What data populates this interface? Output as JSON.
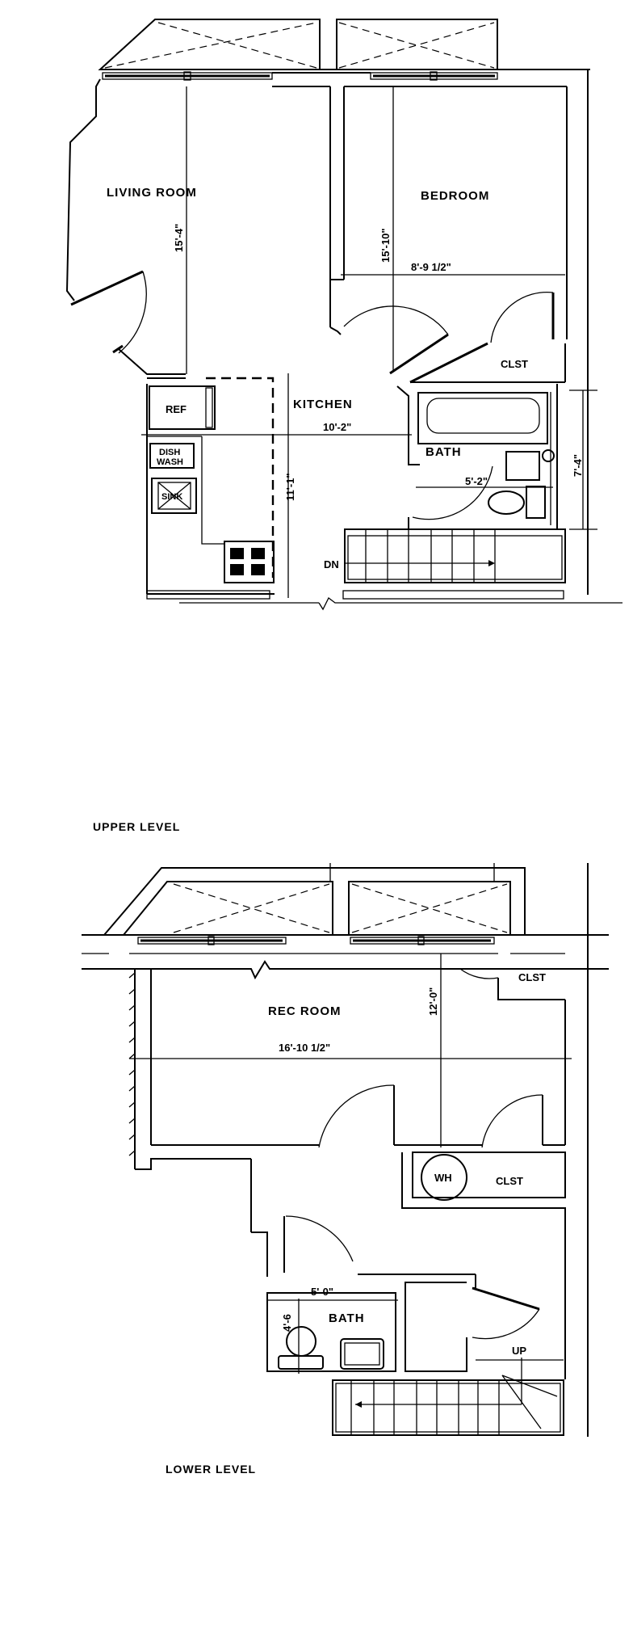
{
  "upper_level": {
    "title": "UPPER LEVEL",
    "rooms": {
      "living_room": "LIVING ROOM",
      "bedroom": "BEDROOM",
      "closet": "CLST",
      "kitchen": "KITCHEN",
      "bath": "BATH"
    },
    "fixtures": {
      "ref": "REF",
      "dishwash_1": "DISH",
      "dishwash_2": "WASH",
      "sink": "SINK",
      "stairs": "DN"
    },
    "dimensions": {
      "living_room_depth": "15'-4\"",
      "bedroom_depth": "15'-10\"",
      "bedroom_width": "8'-9  1/2\"",
      "kitchen_width": "10'-2\"",
      "kitchen_depth": "11'-1\"",
      "bath_width": "5'-2\"",
      "bath_depth": "7'-4\""
    }
  },
  "lower_level": {
    "title": "LOWER LEVEL",
    "rooms": {
      "rec_room": "REC ROOM",
      "closet_top": "CLST",
      "closet_wh": "CLST",
      "bath": "BATH"
    },
    "fixtures": {
      "water_heater": "WH",
      "stairs": "UP"
    },
    "dimensions": {
      "rec_room_depth": "12'-0\"",
      "rec_room_width": "16'-10  1/2\"",
      "bath_width": "5'-0\"",
      "bath_depth": "4'-6"
    }
  }
}
